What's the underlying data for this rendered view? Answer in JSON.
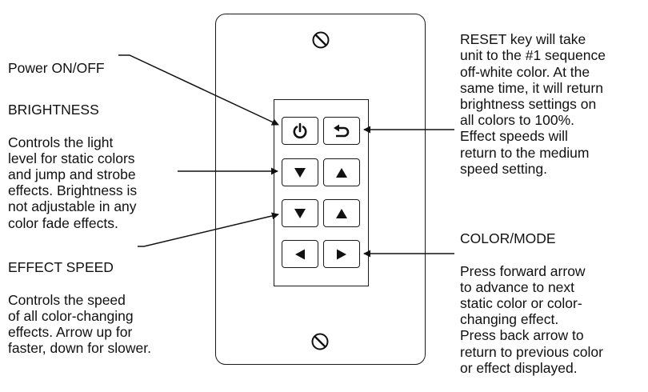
{
  "callouts": {
    "power": {
      "title": "Power ON/OFF"
    },
    "brightness": {
      "title": "BRIGHTNESS",
      "body": "Controls the light\nlevel for static colors\nand jump and strobe\neffects. Brightness is\nnot adjustable in any\ncolor fade effects."
    },
    "effect_speed": {
      "title": "EFFECT SPEED",
      "body": "Controls the speed\nof all color-changing\neffects. Arrow up for\nfaster, down for slower."
    },
    "reset": {
      "body": "RESET key will take\nunit to the #1 sequence\noff-white color. At the\nsame time, it will return\nbrightness settings on\nall colors to 100%.\nEffect speeds will\nreturn to the medium\nspeed setting."
    },
    "color_mode": {
      "title": "COLOR/MODE",
      "body": "Press forward arrow\nto advance to next\nstatic color or color-\nchanging effect.\nPress back arrow to\nreturn to previous color\nor effect displayed."
    }
  },
  "buttons": {
    "power": {
      "icon": "power-icon"
    },
    "reset": {
      "icon": "reset-arrow-icon"
    },
    "brightness_down": {
      "icon": "triangle-down-icon"
    },
    "brightness_up": {
      "icon": "triangle-up-icon"
    },
    "speed_down": {
      "icon": "triangle-down-icon"
    },
    "speed_up": {
      "icon": "triangle-up-icon"
    },
    "color_back": {
      "icon": "triangle-left-icon"
    },
    "color_forward": {
      "icon": "triangle-right-icon"
    }
  },
  "plate": {
    "screw_icon": "screw-slot-icon"
  }
}
